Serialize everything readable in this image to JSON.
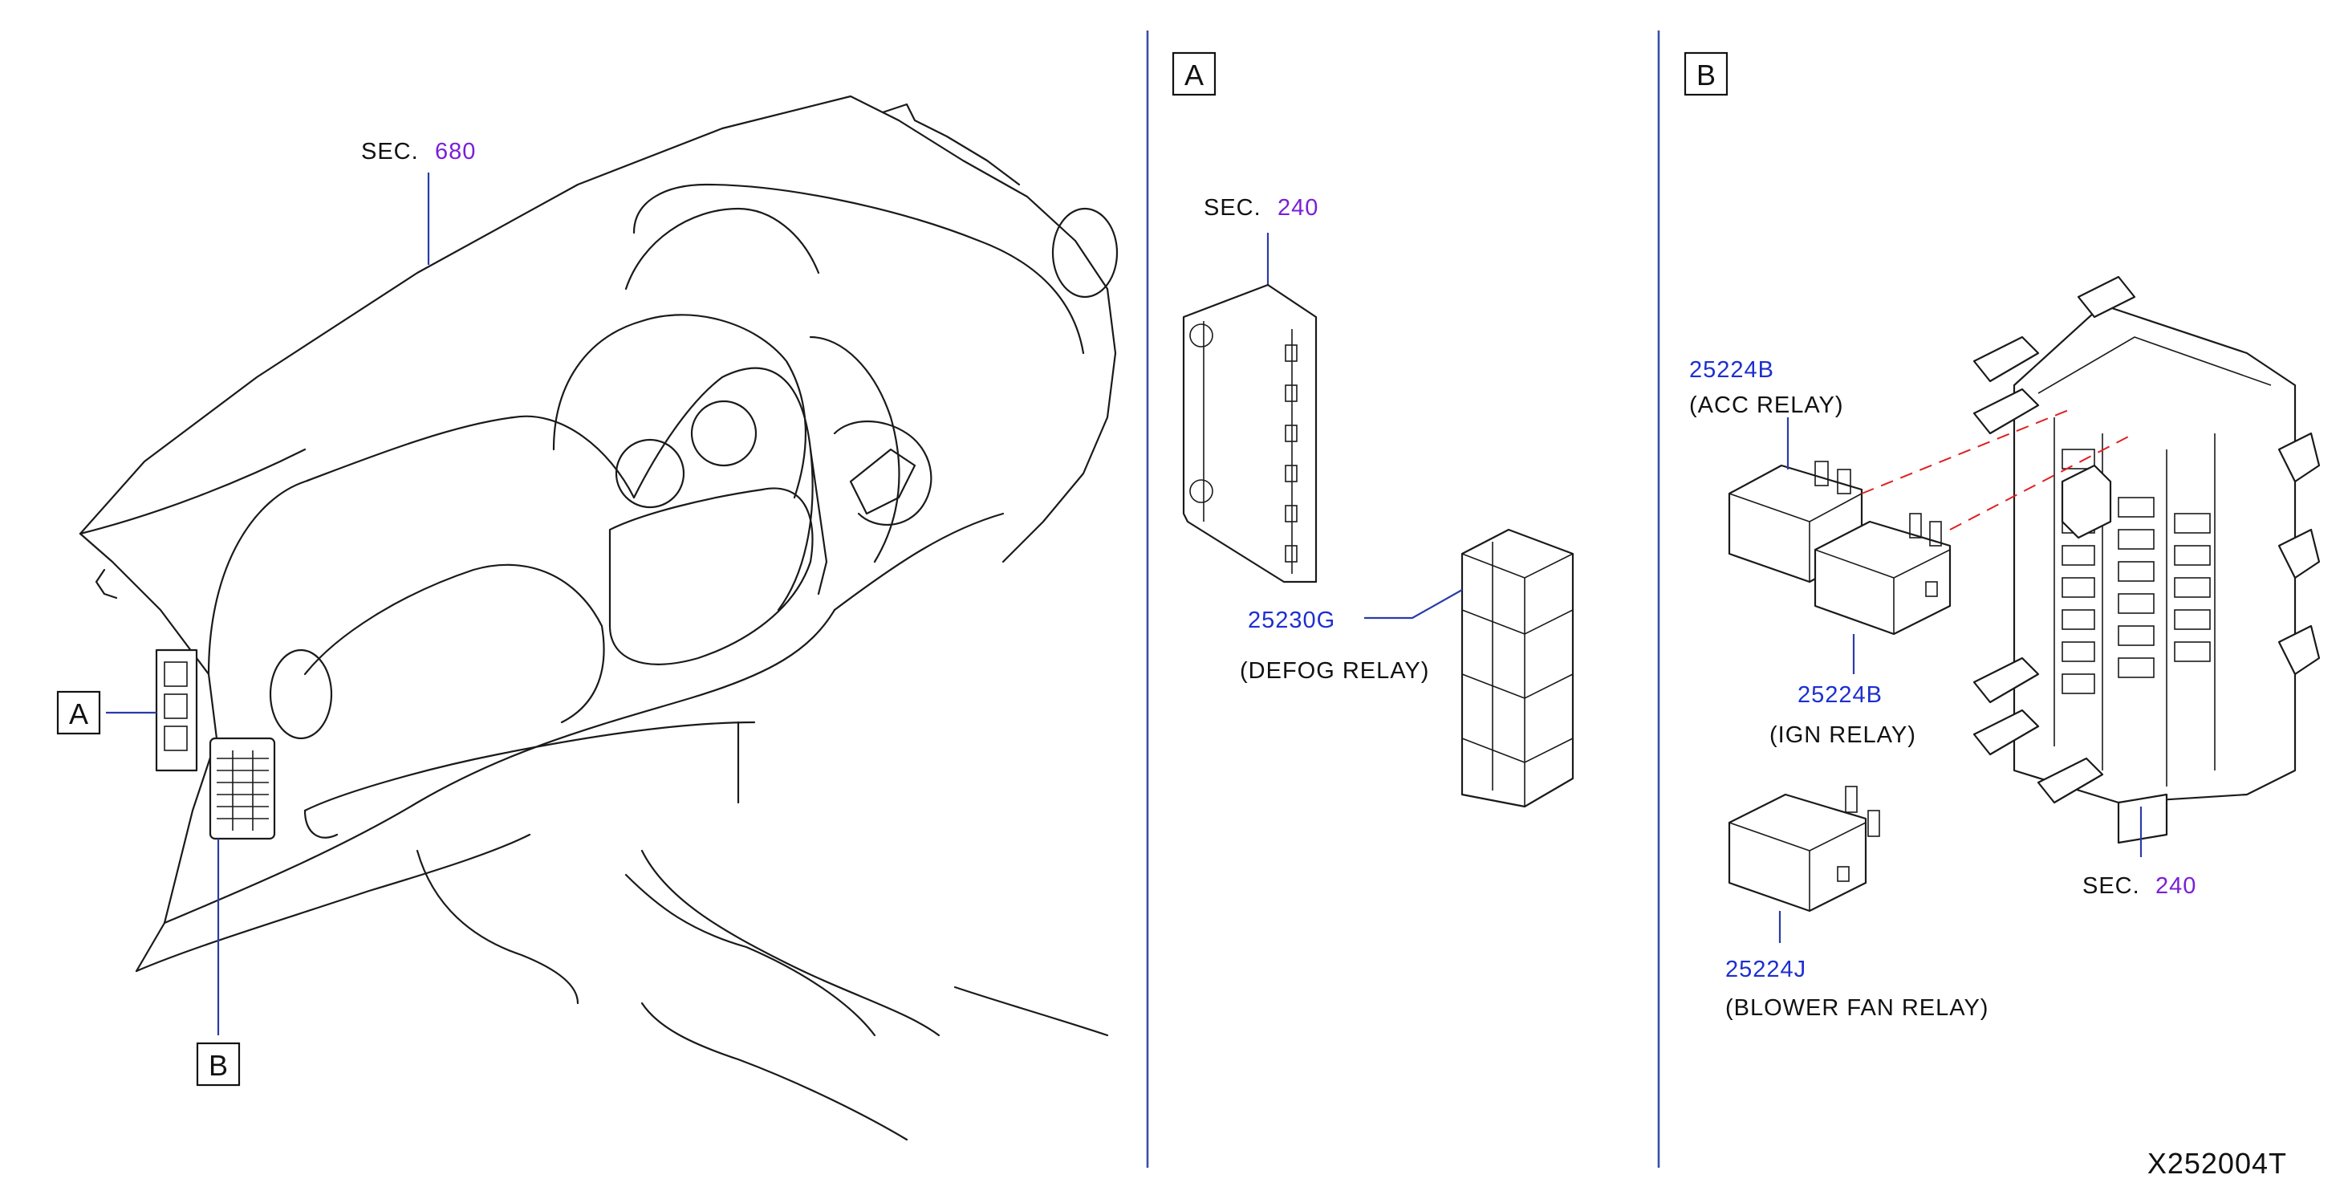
{
  "colors": {
    "section_ref": "#7a1fd6",
    "part_number": "#1d2fd0",
    "leader": "#2a3ca8",
    "divider": "#3a4ea8",
    "install_guide": "#e02020",
    "line_art": "#1a1a1a"
  },
  "panel_overview": {
    "sec_label": "SEC.",
    "sec_number": "680",
    "callout_a": "A",
    "callout_b": "B"
  },
  "panel_a": {
    "header": "A",
    "sec_label": "SEC.",
    "sec_number": "240",
    "defog_part_number": "25230G",
    "defog_name": "(DEFOG   RELAY)"
  },
  "panel_b": {
    "header": "B",
    "acc_part_number": "25224B",
    "acc_name": "(ACC   RELAY)",
    "ign_part_number": "25224B",
    "ign_name": "(IGN   RELAY)",
    "blower_part_number": "25224J",
    "blower_name": "(BLOWER   FAN   RELAY)",
    "sec_label": "SEC.",
    "sec_number": "240"
  },
  "diagram_code": "X252004T"
}
